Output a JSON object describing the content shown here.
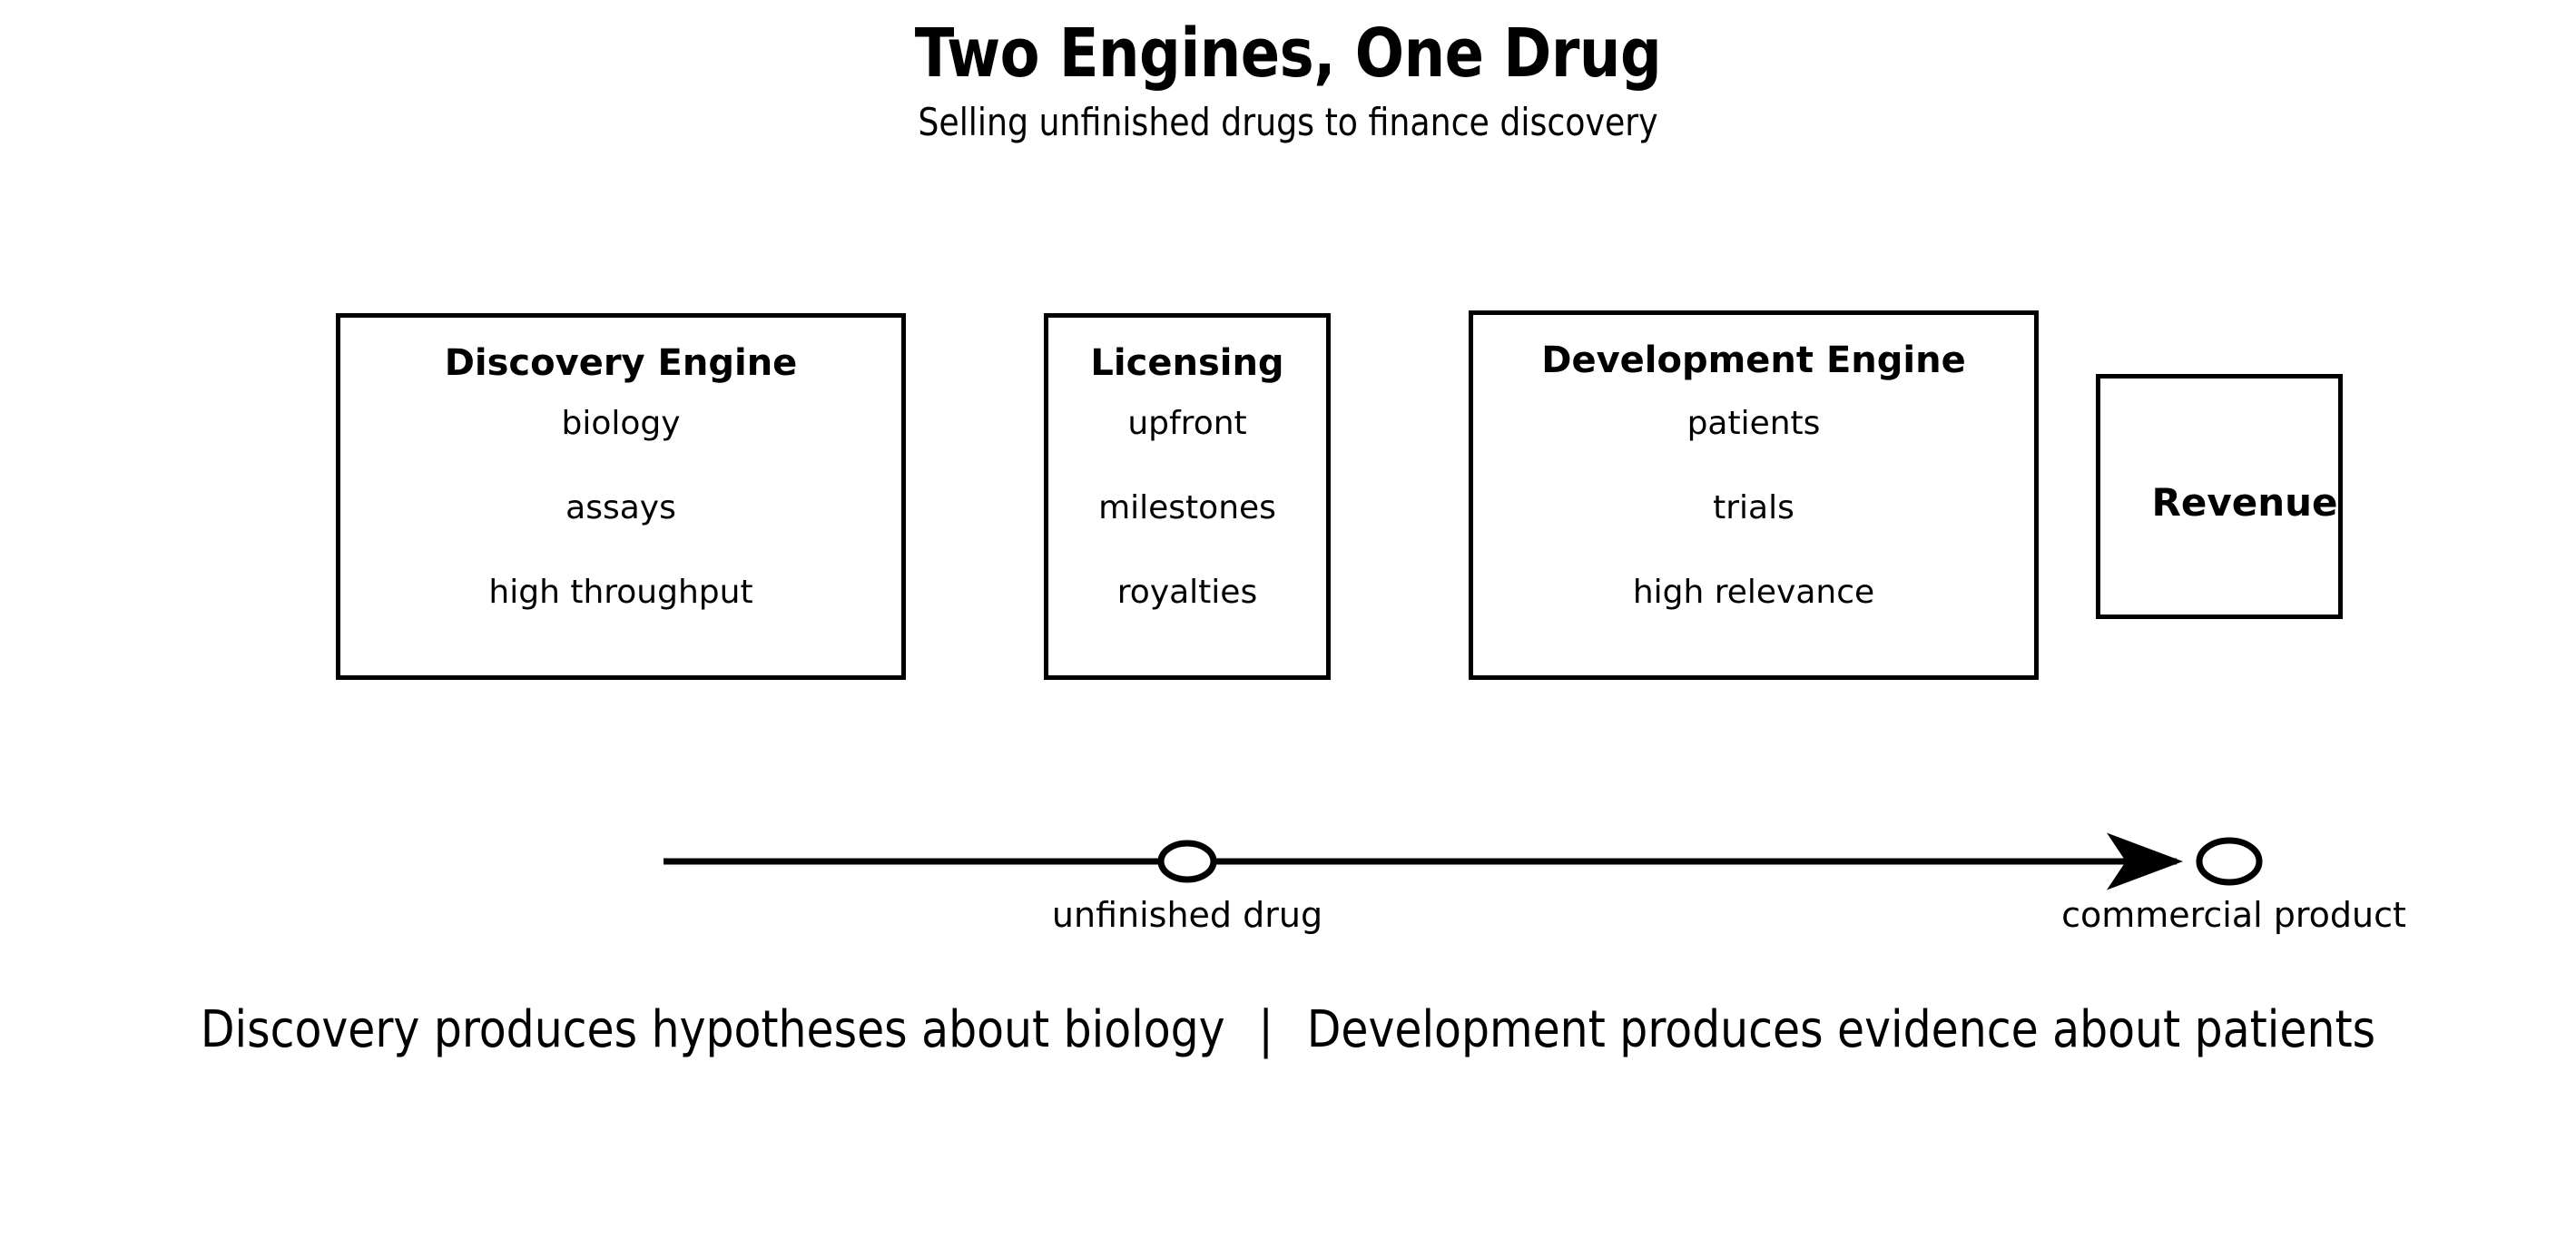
{
  "header": {
    "title": "Two Engines, One Drug",
    "subtitle": "Selling unfinished drugs to finance discovery"
  },
  "boxes": [
    {
      "id": "discovery",
      "title": "Discovery Engine",
      "items": [
        "biology",
        "assays",
        "high throughput"
      ]
    },
    {
      "id": "licensing",
      "title": "Licensing",
      "items": [
        "upfront",
        "milestones",
        "royalties"
      ]
    },
    {
      "id": "development",
      "title": "Development Engine",
      "items": [
        "patients",
        "trials",
        "high relevance"
      ]
    },
    {
      "id": "revenue",
      "title": "Revenue",
      "items": []
    }
  ],
  "flow": {
    "nodes": [
      {
        "label": "unfinished drug",
        "shape": "ellipse-open"
      },
      {
        "label": "commercial product",
        "shape": "ellipse-open"
      }
    ],
    "arrow_direction": "left-to-right"
  },
  "caption": {
    "left": "Discovery produces hypotheses about biology",
    "separator": "|",
    "right": "Development produces evidence about patients"
  },
  "colors": {
    "background": "#ffffff",
    "foreground": "#000000",
    "stroke": "#000000"
  }
}
